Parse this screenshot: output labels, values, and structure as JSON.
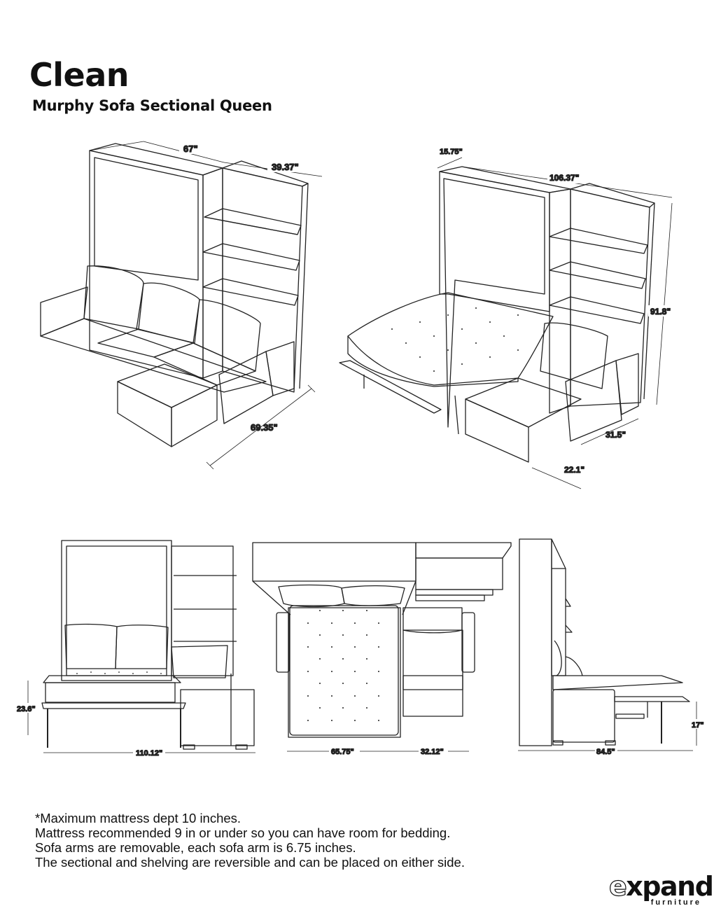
{
  "header": {
    "title": "Clean",
    "subtitle": "Murphy Sofa Sectional Queen"
  },
  "views": {
    "closed_perspective": {
      "dimensions": {
        "width_bed": "67\"",
        "width_shelf": "39.37\"",
        "sofa_depth": "69.35\""
      }
    },
    "open_perspective": {
      "dimensions": {
        "cabinet_depth": "15.75\"",
        "total_width": "106.37\"",
        "height": "91.8\"",
        "arm_depth": "31.5\"",
        "ottoman_depth": "22.1\""
      }
    },
    "front_elevation": {
      "dimensions": {
        "bed_height": "23.6\"",
        "total_width": "110.12\""
      }
    },
    "top_view": {
      "dimensions": {
        "bed_width": "65.75\"",
        "shelf_width": "32.12\""
      }
    },
    "side_elevation": {
      "dimensions": {
        "leg_height": "17\"",
        "open_depth": "84.5\""
      }
    }
  },
  "notes": [
    "*Maximum mattress dept 10 inches.",
    "Mattress recommended 9 in or under so you can have room for bedding.",
    "Sofa arms are removable, each sofa arm is 6.75 inches.",
    "The sectional and shelving are reversible and can be placed on either side."
  ],
  "brand": {
    "name_prefix": "e",
    "name_rest": "xpand",
    "tagline": "furniture"
  }
}
